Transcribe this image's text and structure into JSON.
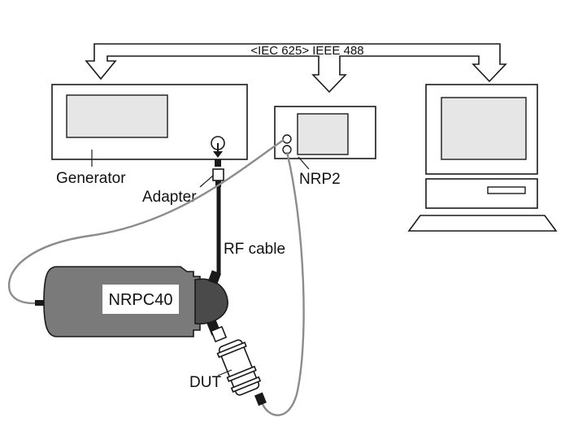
{
  "bus": {
    "label": "<IEC 625> IEEE 488"
  },
  "devices": {
    "generator": "Generator",
    "adapter": "Adapter",
    "nrp2": "NRP2",
    "rf_cable": "RF cable",
    "sensor": "NRPC40",
    "dut": "DUT"
  },
  "colors": {
    "line": "#1a1a1a",
    "cable": "#8c8c8c",
    "sensor_body": "#7a7a7a",
    "sensor_dark": "#4a4a4a",
    "screen": "#e6e6e6"
  }
}
